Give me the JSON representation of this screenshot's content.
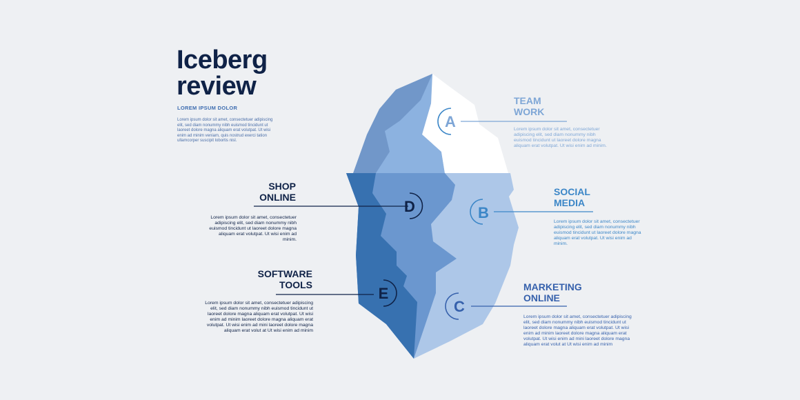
{
  "header": {
    "title": "Iceberg\nreview",
    "subtitle": "LOREM IPSUM DOLOR",
    "intro": "Lorem ipsum dolor sit amet, consectetuer adipiscing elit, sed diam nonummy nibh euismod tincidunt ut laoreet dolore magna aliquam erat volutpat. Ut wisi enim ad minim veniam, quis nostrud exerci tation ullamcorper suscipit lobortis nisl."
  },
  "items": {
    "a": {
      "letter": "A",
      "title": "TEAM\nWORK",
      "text": "Lorem ipsum dolor sit amet, consectetuer adipiscing elit, sed diam nonummy nibh euismod tincidunt ut laoreet dolore magna aliquam erat volutpat. Ut wisi enim ad minim."
    },
    "b": {
      "letter": "B",
      "title": "SOCIAL\nMEDIA",
      "text": "Lorem ipsum dolor sit amet, consectetuer adipiscing elit, sed diam nonummy nibh euismod tincidunt ut laoreet dolore magna aliquam erat volutpat. Ut wisi enim ad minim."
    },
    "c": {
      "letter": "C",
      "title": "MARKETING\nONLINE",
      "text": "Lorem ipsum dolor sit amet, consectetuer adipiscing elit, sed diam nonummy nibh euismod tincidunt ut laoreet dolore magna aliquam erat volutpat. Ut wisi enim ad minim laoreet dolore magna aliquam erat volutpat. Ut wisi enim ad mini laoreet dolore magna aliquam erat volut at Ut wisi enim ad minim"
    },
    "d": {
      "letter": "D",
      "title": "SHOP\nONLINE",
      "text": "Lorem ipsum dolor sit amet, consectetuer adipiscing elit, sed diam nonummy nibh euismod tincidunt ut laoreet dolore magna aliquam erat volutpat. Ut wisi enim ad minim."
    },
    "e": {
      "letter": "E",
      "title": "SOFTWARE\nTOOLS",
      "text": "Lorem ipsum dolor sit amet, consectetuer adipiscing elit, sed diam nonummy nibh euismod tincidunt ut laoreet dolore magna aliquam erat volutpat. Ut wisi enim ad minim laoreet dolore magna aliquam erat volutpat. Ut wisi enim ad mini laoreet dolore magna aliquam erat volut at Ut wisi enim ad minim"
    }
  },
  "colors": {
    "title": "#0f2247",
    "tip_white": "#ffffff",
    "tip_light": "#8cb2e0",
    "tip_dark": "#7197c9",
    "pale_blue": "#adc7e8",
    "mid_blue": "#6b97cf",
    "dark_blue": "#3771b0",
    "accent": "#3b86c7"
  }
}
